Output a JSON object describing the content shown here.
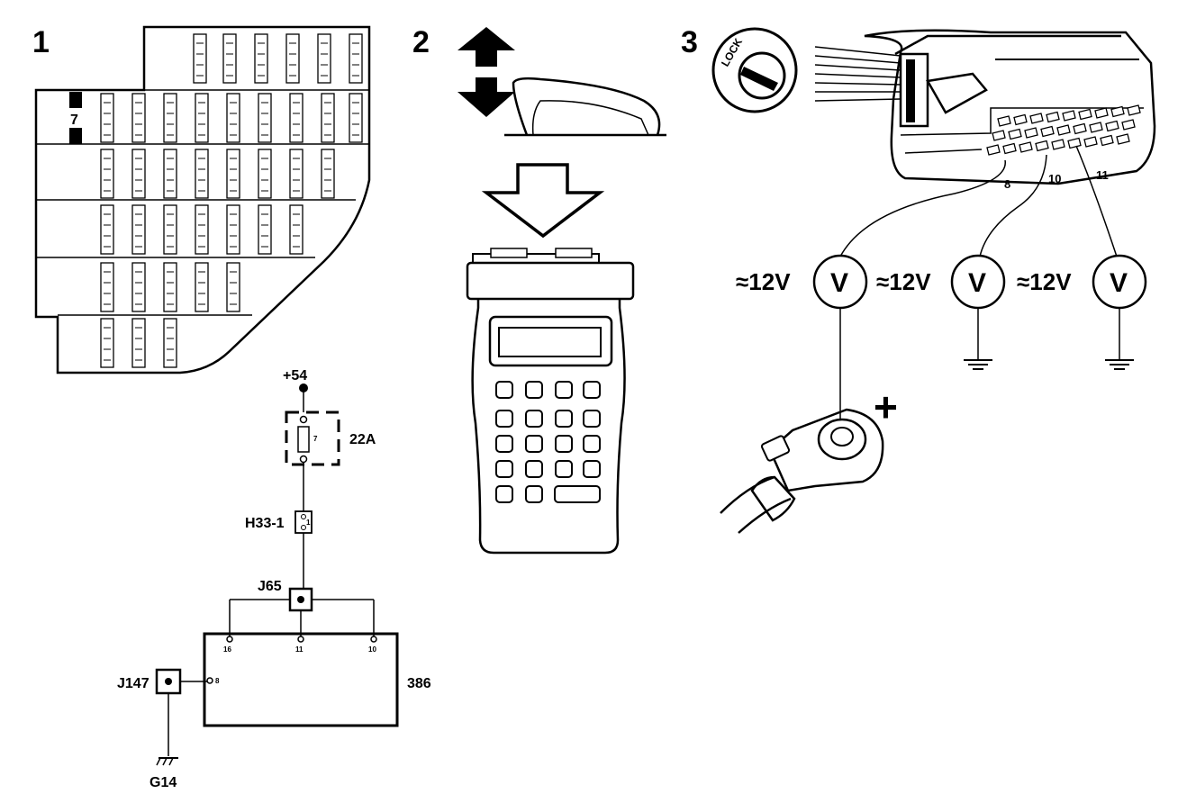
{
  "steps": {
    "one": "1",
    "two": "2",
    "three": "3"
  },
  "fuse_panel": {
    "marker": "7"
  },
  "circuit": {
    "supply": "+54",
    "fuse_number": "7",
    "fuse_rating": "22A",
    "connector": "H33-1",
    "connector_pin": "1",
    "junction_top": "J65",
    "junction_ground": "J147",
    "module": "386",
    "ground": "G14",
    "pins": {
      "p16": "16",
      "p11": "11",
      "p10": "10",
      "p8": "8"
    }
  },
  "ecu_pins": {
    "p8": "8",
    "p10": "10",
    "p11": "11"
  },
  "lock_label": "LOCK",
  "voltmeters": [
    {
      "reading": "≈12V",
      "symbol": "V"
    },
    {
      "reading": "≈12V",
      "symbol": "V"
    },
    {
      "reading": "≈12V",
      "symbol": "V"
    }
  ],
  "battery_plus": "+"
}
